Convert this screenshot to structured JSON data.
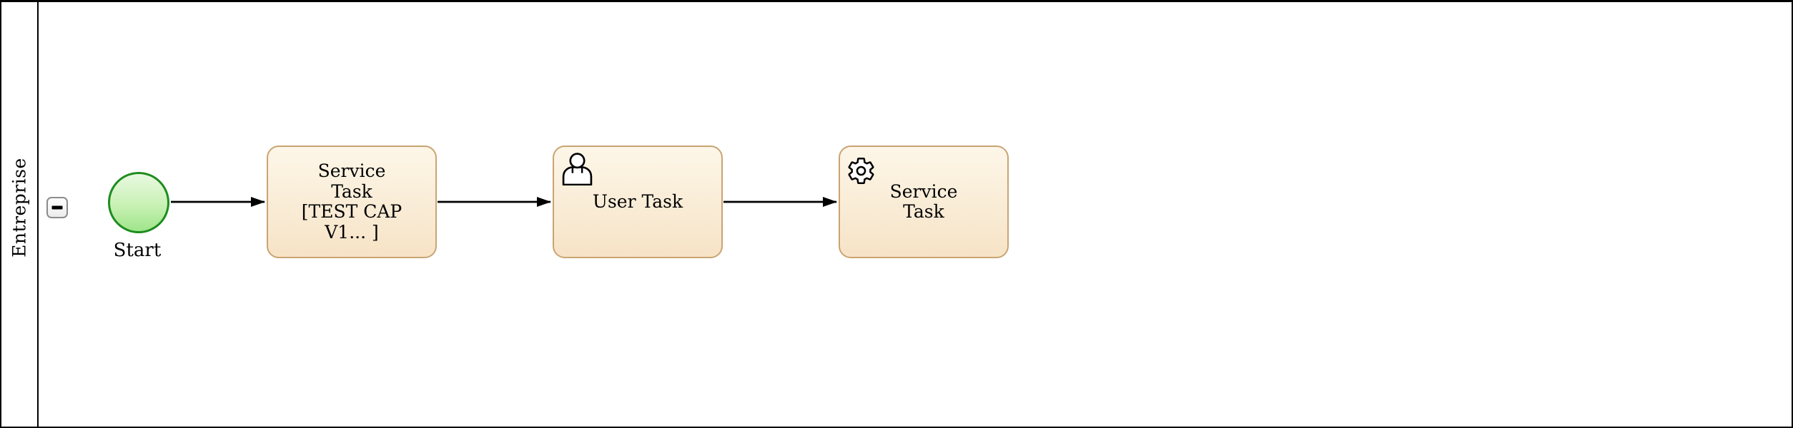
{
  "diagram": {
    "lane": {
      "label": "Entreprise"
    },
    "collapse_button": {
      "icon": "minus"
    },
    "nodes": [
      {
        "id": "start-event",
        "type": "start-event",
        "label": "Start"
      },
      {
        "id": "service-task-1",
        "type": "service-task",
        "label": "Service\nTask\n[TEST CAP\nV1... ]"
      },
      {
        "id": "user-task-1",
        "type": "user-task",
        "icon": "user-icon",
        "label": "User Task"
      },
      {
        "id": "service-task-2",
        "type": "service-task",
        "icon": "gear-icon",
        "label": "Service\nTask"
      }
    ],
    "edges": [
      {
        "from": "start-event",
        "to": "service-task-1"
      },
      {
        "from": "service-task-1",
        "to": "user-task-1"
      },
      {
        "from": "user-task-1",
        "to": "service-task-2"
      }
    ],
    "colors": {
      "task_border": "#c9a473",
      "task_fill_top": "#fdf6e8",
      "task_fill_bottom": "#f7e3c6",
      "event_border": "#1e8c1e",
      "event_fill_top": "#e9f9e1",
      "event_fill_bottom": "#9fe58a",
      "flow": "#000000",
      "lane_border": "#000000",
      "collapse_border": "#8c8c8c"
    }
  }
}
